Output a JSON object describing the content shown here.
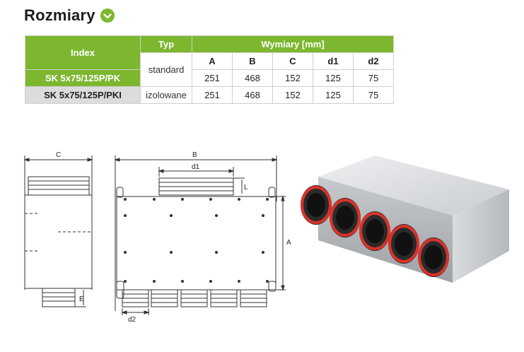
{
  "heading": {
    "title": "Rozmiary",
    "icon": "check-circle-icon",
    "accent": "#7cb72f"
  },
  "table": {
    "col_index": "Index",
    "col_typ": "Typ",
    "col_wymiary": "Wymiary [mm]",
    "dims": [
      "A",
      "B",
      "C",
      "d1",
      "d2"
    ],
    "rows": [
      {
        "index": "SK 5x75/125P/PK",
        "typ": "standard",
        "values": [
          "251",
          "468",
          "152",
          "125",
          "75"
        ]
      },
      {
        "index": "SK 5x75/125P/PKI",
        "typ": "izolowane",
        "values": [
          "251",
          "468",
          "152",
          "125",
          "75"
        ]
      }
    ]
  },
  "drawing": {
    "labels": {
      "C": "C",
      "B": "B",
      "d1": "d1",
      "L": "L",
      "A": "A",
      "E": "E",
      "d2": "d2"
    }
  }
}
